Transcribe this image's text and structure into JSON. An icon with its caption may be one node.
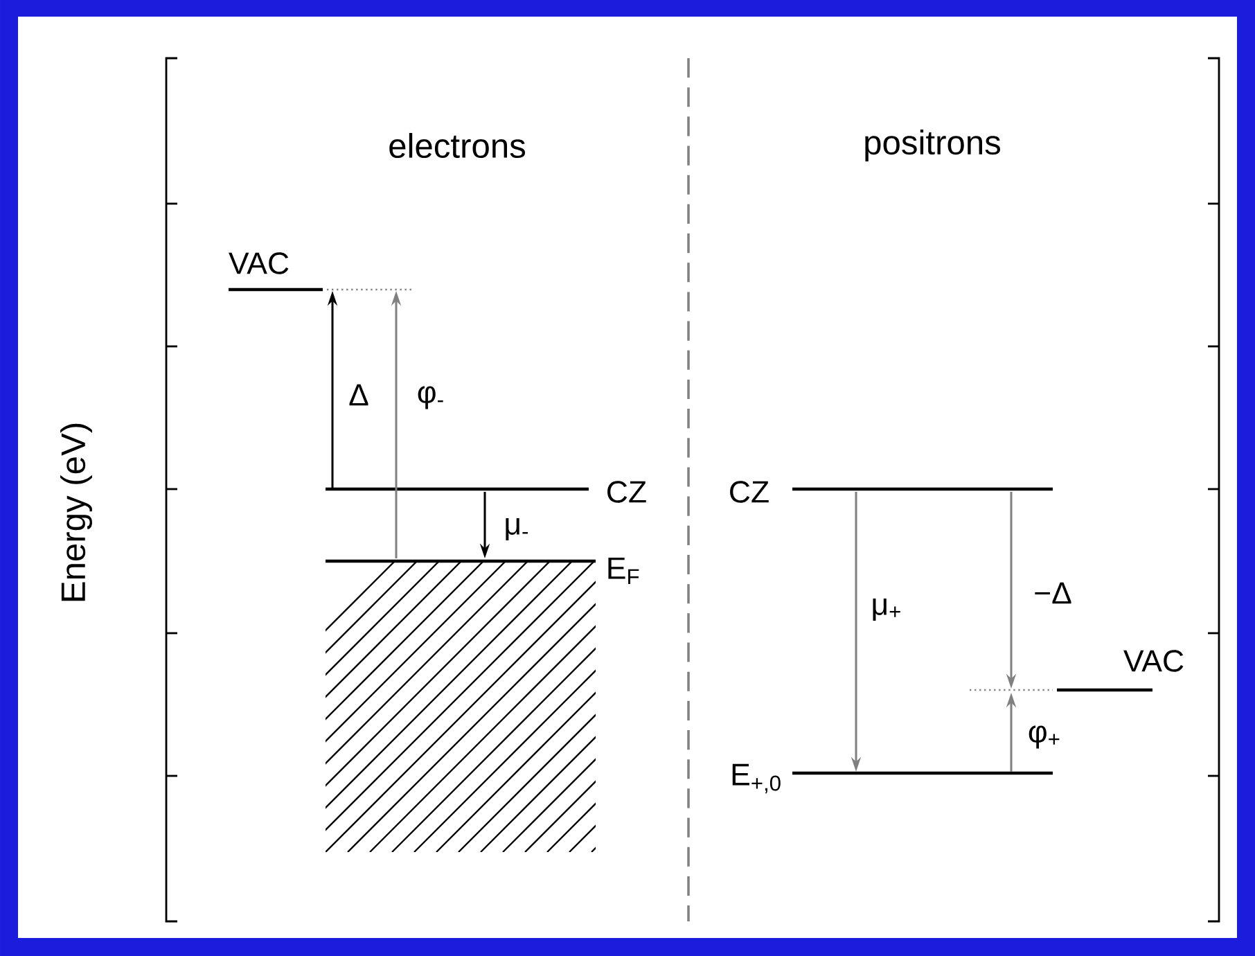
{
  "diagram": {
    "labels": [
      "electrons",
      "positrons",
      "Energy (eV)",
      "VAC",
      "Δ",
      "φ$_{-}$",
      "CZ",
      "μ$_{-}$",
      "E$_{F}$",
      "CZ",
      "μ$_{+}$",
      "−Δ",
      "VAC",
      "φ$_{+}$",
      "E$_{+,0}$"
    ]
  }
}
